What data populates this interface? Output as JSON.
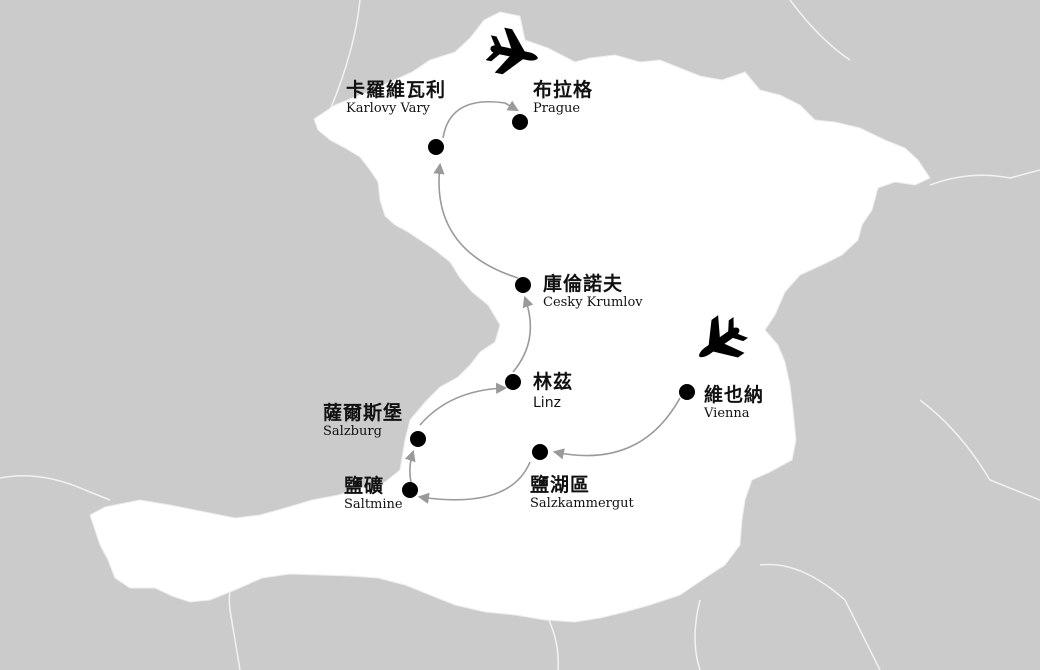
{
  "map": {
    "colors": {
      "background": "#cbcbcb",
      "land_highlight": "#ffffff",
      "border_lines": "#f2f2f2",
      "route": "#9a9a9a",
      "city_dot": "#000000"
    },
    "cities": [
      {
        "id": "prague",
        "name_zh": "布拉格",
        "name_en": "Prague"
      },
      {
        "id": "karlovy-vary",
        "name_zh": "卡羅維瓦利",
        "name_en": "Karlovy Vary"
      },
      {
        "id": "cesky-krumlov",
        "name_zh": "庫倫諾夫",
        "name_en": "Cesky Krumlov"
      },
      {
        "id": "linz",
        "name_zh": "林茲",
        "name_en": "Linz"
      },
      {
        "id": "salzburg",
        "name_zh": "薩爾斯堡",
        "name_en": "Salzburg"
      },
      {
        "id": "saltmine",
        "name_zh": "鹽礦",
        "name_en": "Saltmine"
      },
      {
        "id": "salzkammergut",
        "name_zh": "鹽湖區",
        "name_en": "Salzkammergut"
      },
      {
        "id": "vienna",
        "name_zh": "維也納",
        "name_en": "Vienna"
      }
    ],
    "route_order": [
      "vienna",
      "salzkammergut",
      "saltmine",
      "salzburg",
      "linz",
      "cesky-krumlov",
      "karlovy-vary",
      "prague"
    ],
    "airports": [
      {
        "id": "vienna-airport",
        "icon": "airplane-arrival-icon"
      },
      {
        "id": "prague-airport",
        "icon": "airplane-departure-icon"
      }
    ]
  }
}
